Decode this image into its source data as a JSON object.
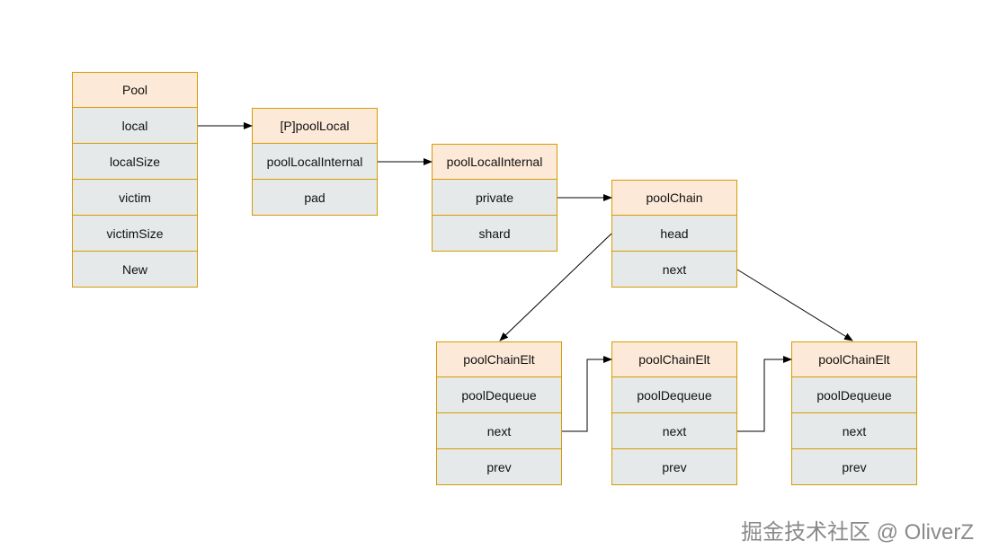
{
  "diagram": {
    "boxes": {
      "pool": {
        "header": "Pool",
        "fields": [
          "local",
          "localSize",
          "victim",
          "victimSize",
          "New"
        ]
      },
      "pool_local": {
        "header": "[P]poolLocal",
        "fields": [
          "poolLocalInternal",
          "pad"
        ]
      },
      "pool_local_internal": {
        "header": "poolLocalInternal",
        "fields": [
          "private",
          "shard"
        ]
      },
      "pool_chain": {
        "header": "poolChain",
        "fields": [
          "head",
          "next"
        ]
      },
      "chain_elt_1": {
        "header": "poolChainElt",
        "fields": [
          "poolDequeue",
          "next",
          "prev"
        ]
      },
      "chain_elt_2": {
        "header": "poolChainElt",
        "fields": [
          "poolDequeue",
          "next",
          "prev"
        ]
      },
      "chain_elt_3": {
        "header": "poolChainElt",
        "fields": [
          "poolDequeue",
          "next",
          "prev"
        ]
      }
    },
    "links": [
      {
        "from": "Pool.local",
        "to": "[P]poolLocal"
      },
      {
        "from": "[P]poolLocal.poolLocalInternal",
        "to": "poolLocalInternal"
      },
      {
        "from": "poolLocalInternal.private",
        "to": "poolChain"
      },
      {
        "from": "poolChain.head",
        "to": "poolChainElt"
      },
      {
        "from": "poolChain.next",
        "to": "poolChainElt"
      },
      {
        "from": "poolChainElt.next",
        "to": "poolChainElt"
      },
      {
        "from": "poolChainElt.next",
        "to": "poolChainElt"
      }
    ]
  },
  "watermark": "掘金技术社区 @ OliverZ",
  "colors": {
    "header_fill": "#fde9d8",
    "field_fill": "#e5e9ea",
    "border": "#d79b00",
    "arrow": "#000000"
  }
}
